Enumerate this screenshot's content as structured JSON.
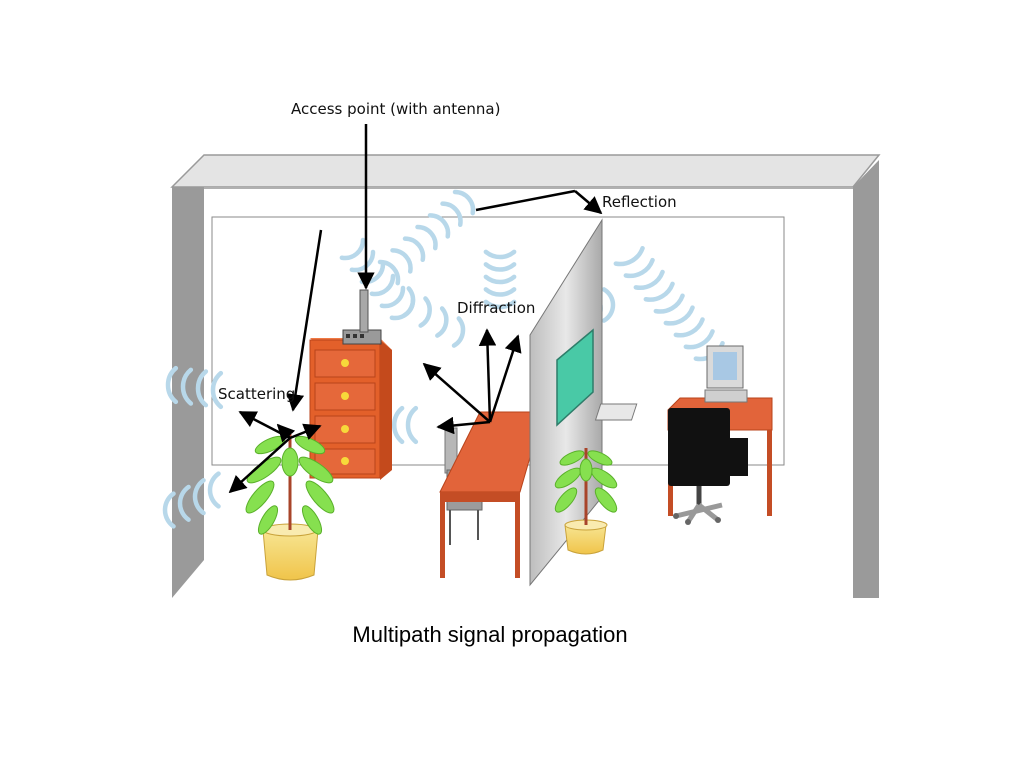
{
  "labels": {
    "access_point": "Access point (with antenna)",
    "reflection": "Reflection",
    "diffraction": "Diffraction",
    "scattering": "Scattering"
  },
  "caption": "Multipath signal propagation",
  "colors": {
    "wall_gray": "#9a9a9a",
    "wall_light": "#d9d9d9",
    "wave_blue": "#b8d8ea",
    "cabinet_orange": "#e3602a",
    "table_orange": "#e2643a",
    "plant_green": "#7fdc4a",
    "pot_yellow": "#f3d776",
    "window_teal": "#49c9a6",
    "chair_black": "#111111"
  }
}
